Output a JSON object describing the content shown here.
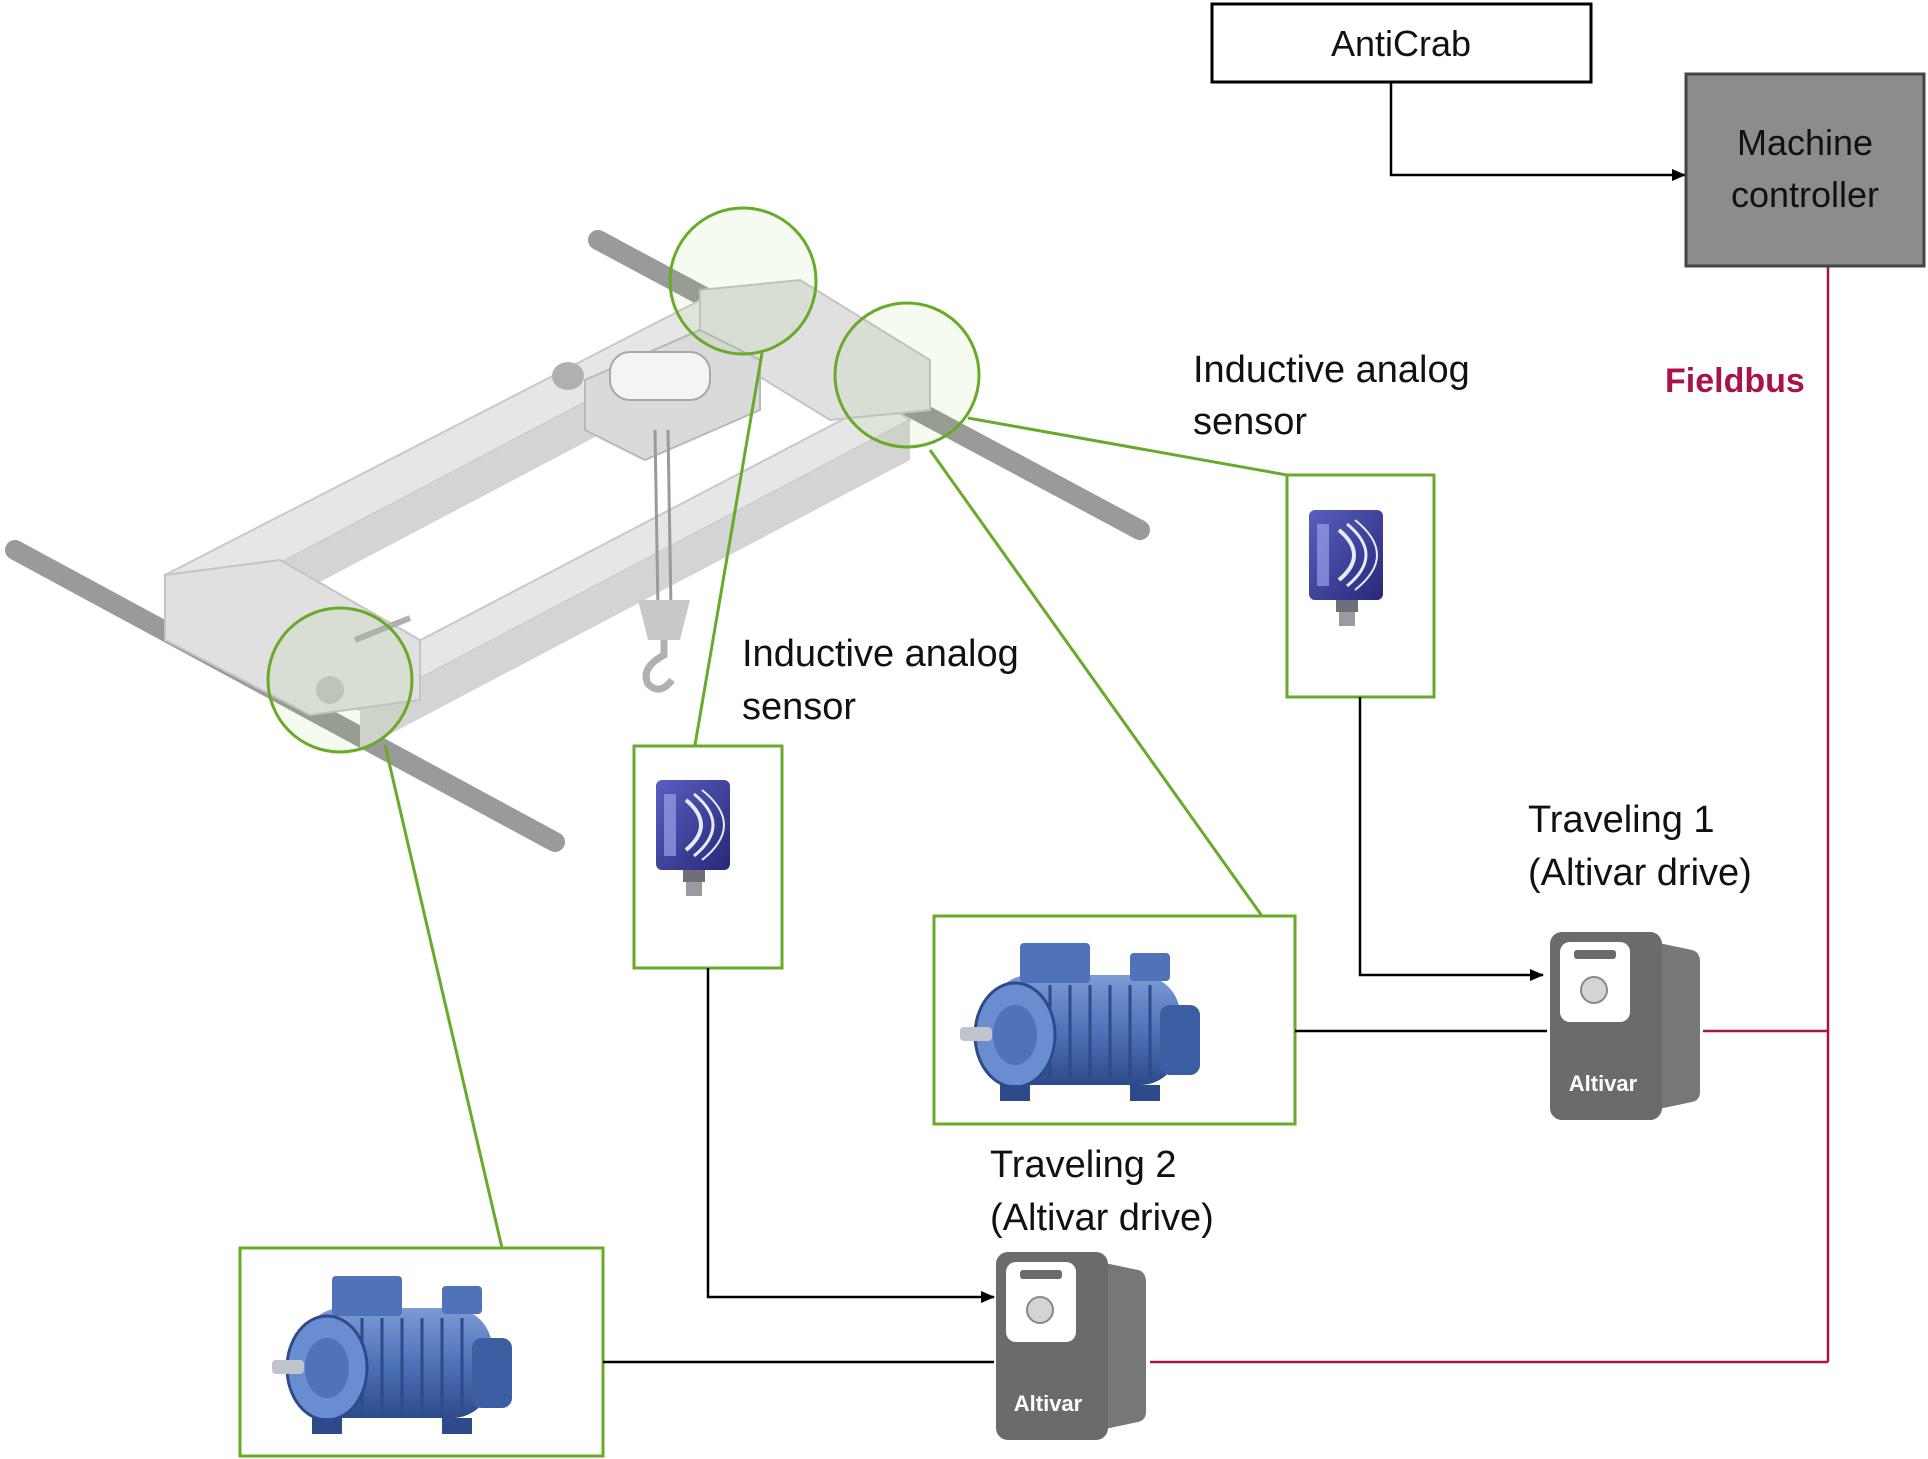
{
  "blocks": {
    "anticrab": "AntiCrab",
    "controller_line1": "Machine",
    "controller_line2": "controller"
  },
  "network": {
    "fieldbus": "Fieldbus"
  },
  "sensor_labels": {
    "right_line1": "Inductive analog",
    "right_line2": "sensor",
    "middle_line1": "Inductive analog",
    "middle_line2": "sensor"
  },
  "drives": {
    "traveling1_line1": "Traveling 1",
    "traveling1_line2": "(Altivar drive)",
    "traveling2_line1": "Traveling 2",
    "traveling2_line2": "(Altivar drive)",
    "brand": "Altivar"
  },
  "colors": {
    "highlight_green": "#6aaa2a",
    "fieldbus_red": "#a8144a",
    "controller_gray": "#8c8c8c",
    "drive_gray": "#6b6b6b",
    "sensor_blue": "#35388f",
    "motor_blue": "#4f72b8"
  },
  "icons": [
    "overhead-crane-illustration",
    "inductive-sensor-icon",
    "electric-motor-icon",
    "altivar-drive-icon"
  ]
}
